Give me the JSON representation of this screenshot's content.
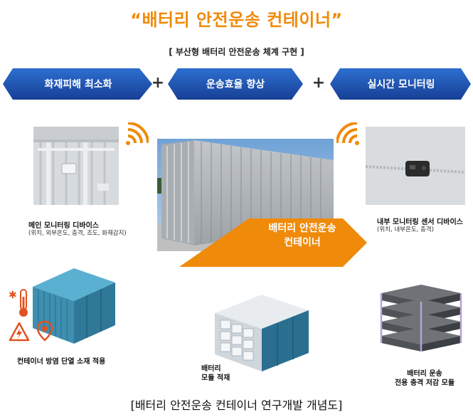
{
  "title": "“배터리 안전운송 컨테이너”",
  "subtitle": "[ 부산형 배터리 안전운송 체계 구현 ]",
  "goals": [
    {
      "label": "화재피해 최소화"
    },
    {
      "label": "운송효율 향상"
    },
    {
      "label": "실시간 모니터링"
    }
  ],
  "plus_sign": "+",
  "left_device": {
    "title": "메인 모니터링 디바이스",
    "detail": "(위치, 외부온도, 충격, 조도, 화재감지)"
  },
  "right_device": {
    "title": "내부 모니터링 센서 디바이스",
    "detail": "(위치, 내부온도, 충격)"
  },
  "center_label": {
    "line1": "배터리 안전운송",
    "line2": "컨테이너"
  },
  "bottom_left": "컨테이너  방염 단열 소재 적용",
  "bottom_center": {
    "line1": "배터리",
    "line2": "모듈 적재"
  },
  "bottom_right": {
    "line1": "배터리 운송",
    "line2": "전용 충격 저감 모듈"
  },
  "figure_caption": "[배터리 안전운송 컨테이너 연구개발 개념도]",
  "colors": {
    "accent_orange": "#f08a0a",
    "chevron_blue": "#1f55b8",
    "container_teal": "#3e8fb0"
  }
}
